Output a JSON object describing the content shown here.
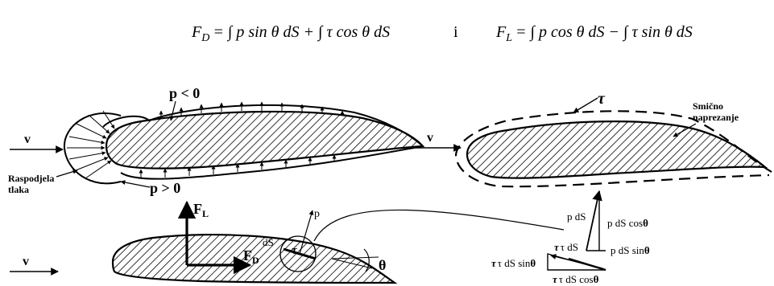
{
  "equations": {
    "drag": "F_D = ∫ p sin θ dS + ∫ τ cos θ dS",
    "drag_lhs": "F",
    "drag_sub": "D",
    "drag_rhs": "= ∫ p sin θ dS + ∫ τ cos θ dS",
    "connector": "i",
    "lift_lhs": "F",
    "lift_sub": "L",
    "lift_rhs": "= ∫ p cos θ dS − ∫ τ sin θ dS"
  },
  "pressure_panel": {
    "velocity": "v",
    "negative_pressure": "p < 0",
    "positive_pressure": "p > 0",
    "distribution_line1": "Raspodjela",
    "distribution_line2": "tlaka"
  },
  "shear_panel": {
    "velocity": "v",
    "tau": "τ",
    "shear_line1": "Smično",
    "shear_line2": "naprezanje"
  },
  "forces_panel": {
    "velocity": "v",
    "lift_main": "F",
    "lift_sub": "L",
    "drag_main": "F",
    "drag_sub": "D",
    "element": "dS",
    "tau": "τ",
    "pressure": "p",
    "angle": "θ"
  },
  "decomposition": {
    "p_ds": "p dS",
    "p_ds_cos": "p dS cos",
    "tau_ds": "τ dS",
    "p_ds_sin": "p dS sin",
    "tau_ds_sin": "τ dS sin",
    "tau_ds_cos": "τ dS cos",
    "theta": "θ"
  }
}
